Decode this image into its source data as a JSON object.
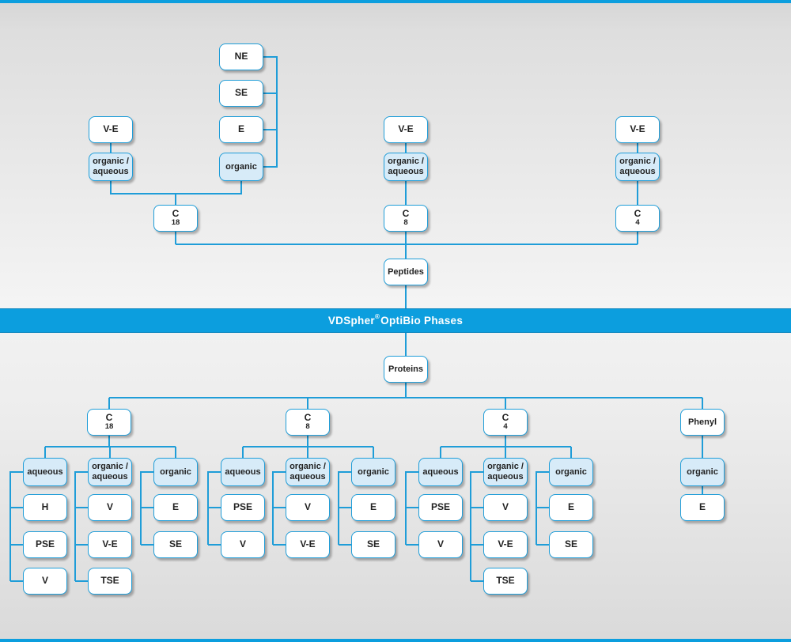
{
  "banner": {
    "brand": "VDSpher",
    "reg": "®",
    "rest": " OptiBio Phases"
  },
  "colors": {
    "accent_blue": "#0c9ede",
    "line": "#1f9dd8",
    "box_highlight": "#d7ebf8"
  },
  "peptides_section": {
    "root_label": "Peptides",
    "c18": {
      "phase_label": "C18",
      "ve": "V-E",
      "organic_aqueous": {
        "line1": "organic /",
        "line2": "aqueous"
      },
      "organic": "organic",
      "variants": [
        "NE",
        "SE",
        "E"
      ]
    },
    "c8": {
      "phase_label": "C8",
      "ve": "V-E",
      "organic_aqueous": {
        "line1": "organic /",
        "line2": "aqueous"
      }
    },
    "c4": {
      "phase_label": "C4",
      "ve": "V-E",
      "organic_aqueous": {
        "line1": "organic /",
        "line2": "aqueous"
      }
    }
  },
  "proteins_section": {
    "root_label": "Proteins",
    "c18": {
      "phase_label": "C18",
      "aqueous": {
        "label": "aqueous",
        "children": [
          "H",
          "PSE",
          "V"
        ]
      },
      "organic_aqueous": {
        "line1": "organic /",
        "line2": "aqueous",
        "children": [
          "V",
          "V-E",
          "TSE"
        ]
      },
      "organic": {
        "label": "organic",
        "children": [
          "E",
          "SE"
        ]
      }
    },
    "c8": {
      "phase_label": "C8",
      "aqueous": {
        "label": "aqueous",
        "children": [
          "PSE",
          "V"
        ]
      },
      "organic_aqueous": {
        "line1": "organic /",
        "line2": "aqueous",
        "children": [
          "V",
          "V-E"
        ]
      },
      "organic": {
        "label": "organic",
        "children": [
          "E",
          "SE"
        ]
      }
    },
    "c4": {
      "phase_label": "C4",
      "aqueous": {
        "label": "aqueous",
        "children": [
          "PSE",
          "V"
        ]
      },
      "organic_aqueous": {
        "line1": "organic /",
        "line2": "aqueous",
        "children": [
          "V",
          "V-E",
          "TSE"
        ]
      },
      "organic": {
        "label": "organic",
        "children": [
          "E",
          "SE"
        ]
      }
    },
    "phenyl": {
      "phase_label": "Phenyl",
      "organic": {
        "label": "organic",
        "children": [
          "E"
        ]
      }
    }
  }
}
